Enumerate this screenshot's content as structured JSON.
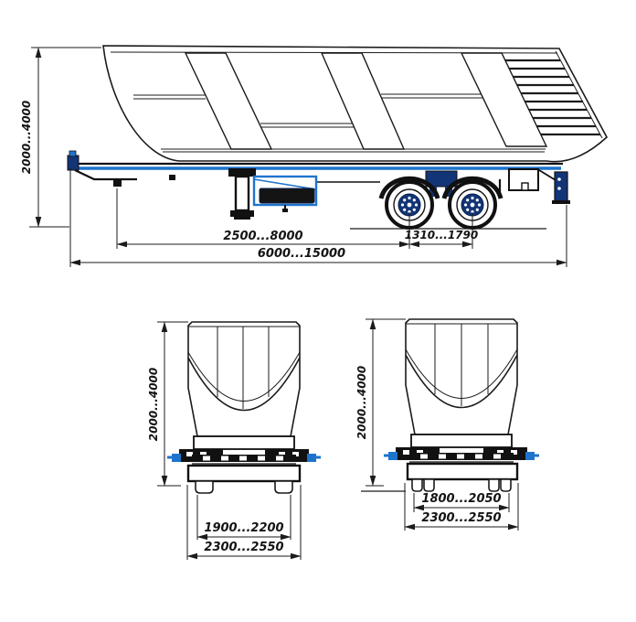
{
  "drawing": {
    "colors": {
      "line": "#1b1b1b",
      "accent_blue": "#1e74cc",
      "dark_blue": "#123577"
    },
    "side_view": {
      "dims": {
        "height": "2000...4000",
        "kingpin_to_first_axle": "2500...8000",
        "axle_spacing": "1310...1790",
        "overall_length": "6000...15000"
      }
    },
    "front_view_single": {
      "dims": {
        "height": "2000...4000",
        "track": "1900...2200",
        "overall_width": "2300...2550"
      }
    },
    "front_view_dual": {
      "dims": {
        "height": "2000...4000",
        "track": "1800...2050",
        "overall_width": "2300...2550"
      }
    }
  }
}
